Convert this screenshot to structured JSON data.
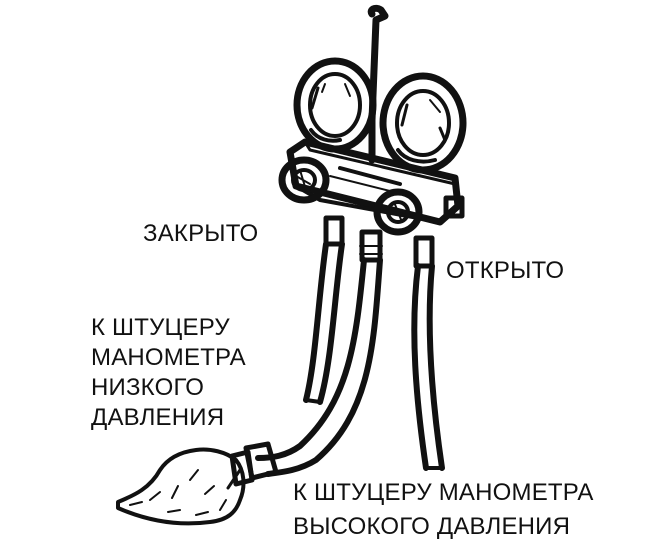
{
  "labels": {
    "closed": "ЗАКРЫТО",
    "open": "ОТКРЫТО",
    "low_pressure": [
      "К ШТУЦЕРУ",
      "МАНОМЕТРА",
      "НИЗКОГО",
      "ДАВЛЕНИЯ"
    ],
    "high_pressure": [
      "К ШТУЦЕРУ МАНОМЕТРА",
      "ВЫСОКОГО ДАВЛЕНИЯ"
    ]
  },
  "colors": {
    "ink": "#111111",
    "background": "#ffffff"
  }
}
